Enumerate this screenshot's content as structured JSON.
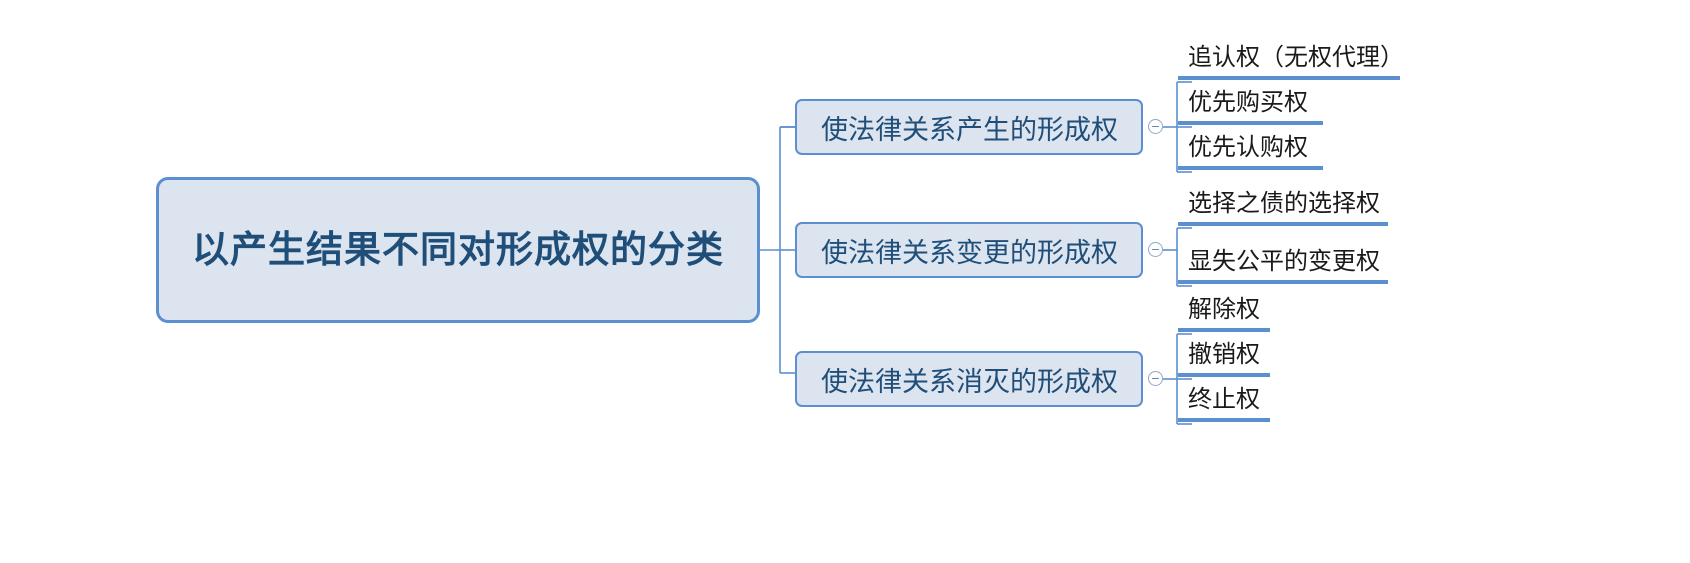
{
  "diagram": {
    "type": "mind-map",
    "orientation": "left-to-right",
    "colors": {
      "node_fill": "#dce4f0",
      "node_border": "#5b8fd0",
      "root_text": "#1f4e79",
      "branch_text": "#1f4e79",
      "leaf_text": "#1a1a1a",
      "connector": "#5b8fd0",
      "background": "#ffffff"
    },
    "root": {
      "label": "以产生结果不同对形成权的分类"
    },
    "branches": [
      {
        "label": "使法律关系产生的形成权",
        "toggle_icon": "collapse-minus-icon",
        "leaves": [
          {
            "label": "追认权（无权代理）"
          },
          {
            "label": "优先购买权"
          },
          {
            "label": "优先认购权"
          }
        ]
      },
      {
        "label": "使法律关系变更的形成权",
        "toggle_icon": "collapse-minus-icon",
        "leaves": [
          {
            "label": "选择之债的选择权"
          },
          {
            "label": "显失公平的变更权"
          }
        ]
      },
      {
        "label": "使法律关系消灭的形成权",
        "toggle_icon": "collapse-minus-icon",
        "leaves": [
          {
            "label": "解除权"
          },
          {
            "label": "撤销权"
          },
          {
            "label": "终止权"
          }
        ]
      }
    ]
  }
}
